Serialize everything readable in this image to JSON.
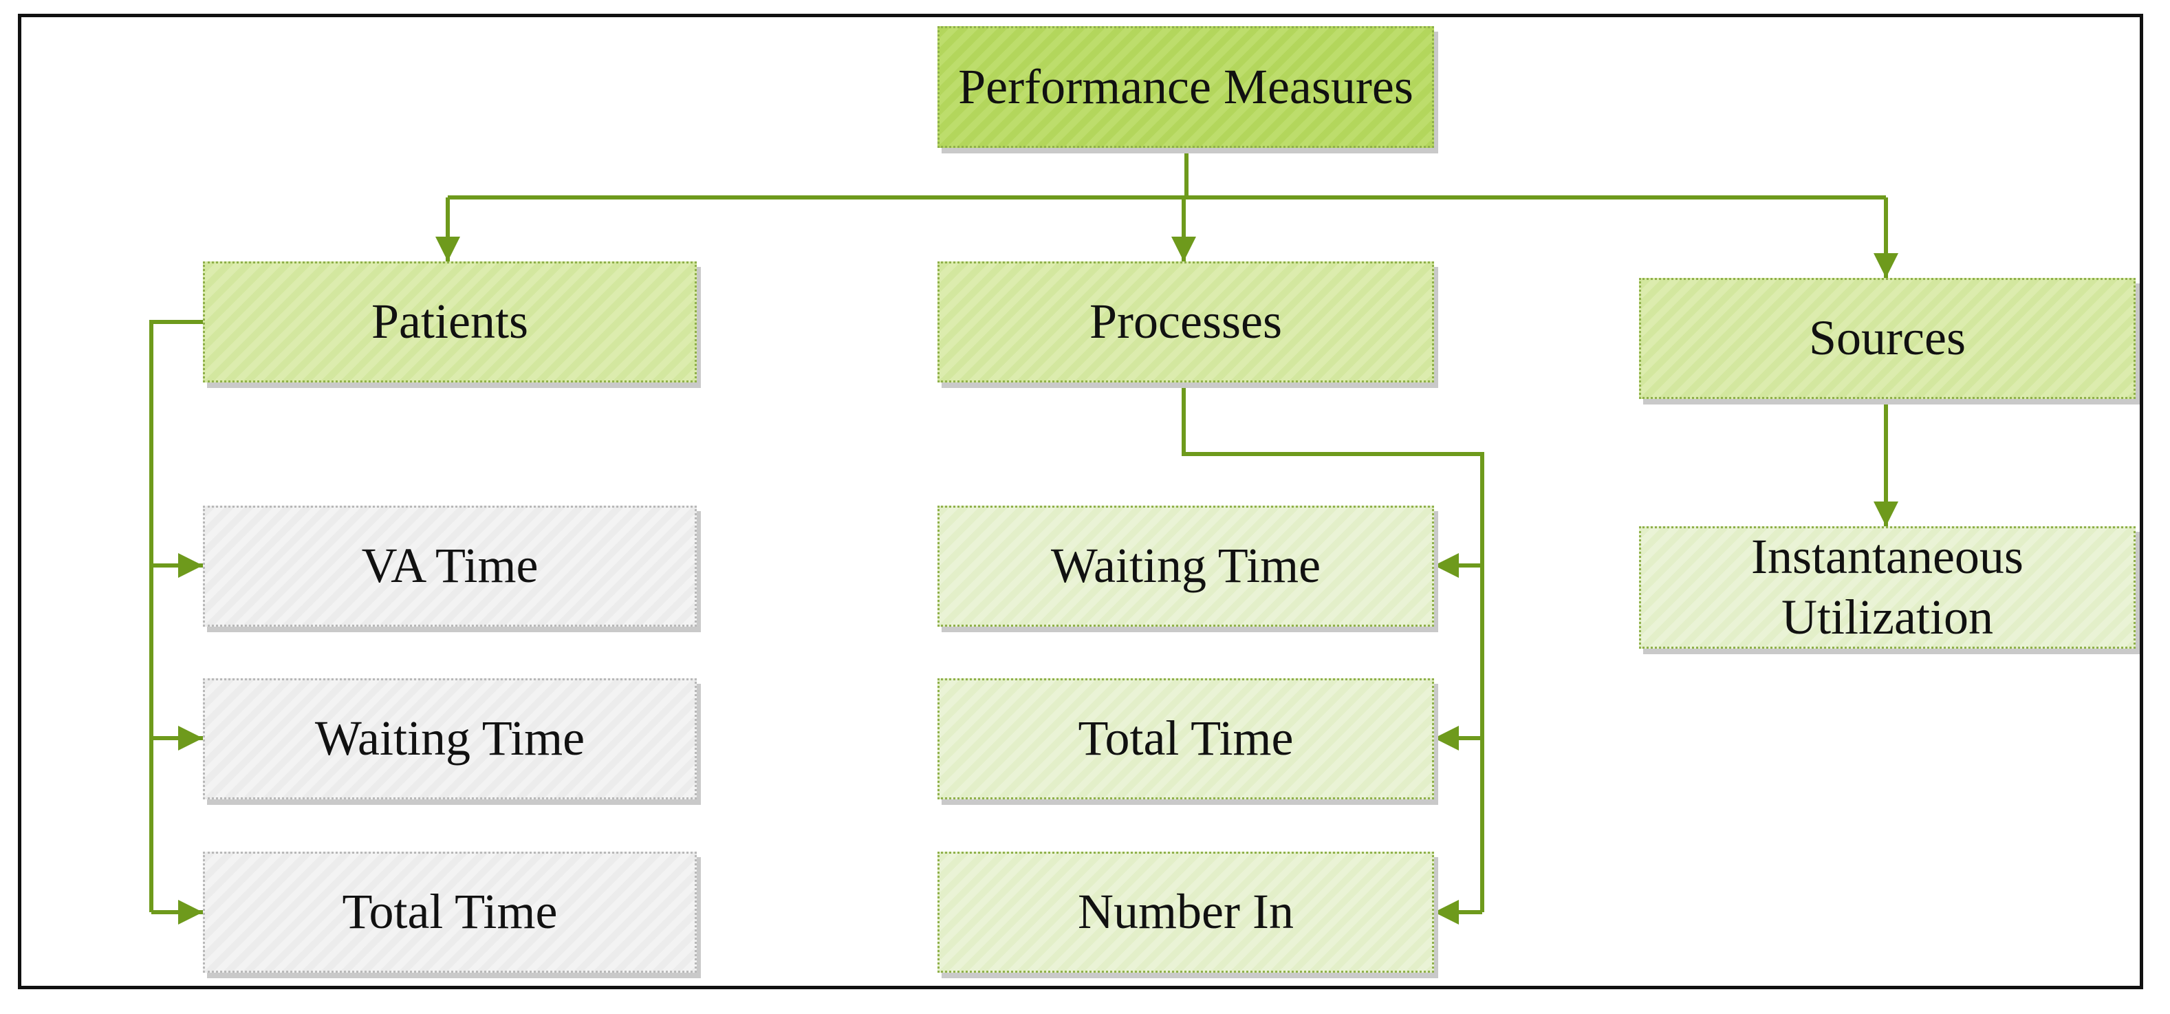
{
  "diagram": {
    "root": {
      "label": "Performance Measures"
    },
    "categories": [
      {
        "label": "Patients",
        "children": [
          "VA Time",
          "Waiting Time",
          "Total Time"
        ]
      },
      {
        "label": "Processes",
        "children": [
          "Waiting Time",
          "Total Time",
          "Number In"
        ]
      },
      {
        "label": "Sources",
        "children": [
          "Instantaneous",
          "Utilization"
        ]
      }
    ]
  },
  "colors": {
    "connector": "#6e9a1c",
    "root_fill": "#b3d65c",
    "category_fill": "#d3e79f",
    "leaf_green_fill": "#e3efc9",
    "leaf_gray_fill": "#ececec",
    "frame_border": "#111111"
  }
}
